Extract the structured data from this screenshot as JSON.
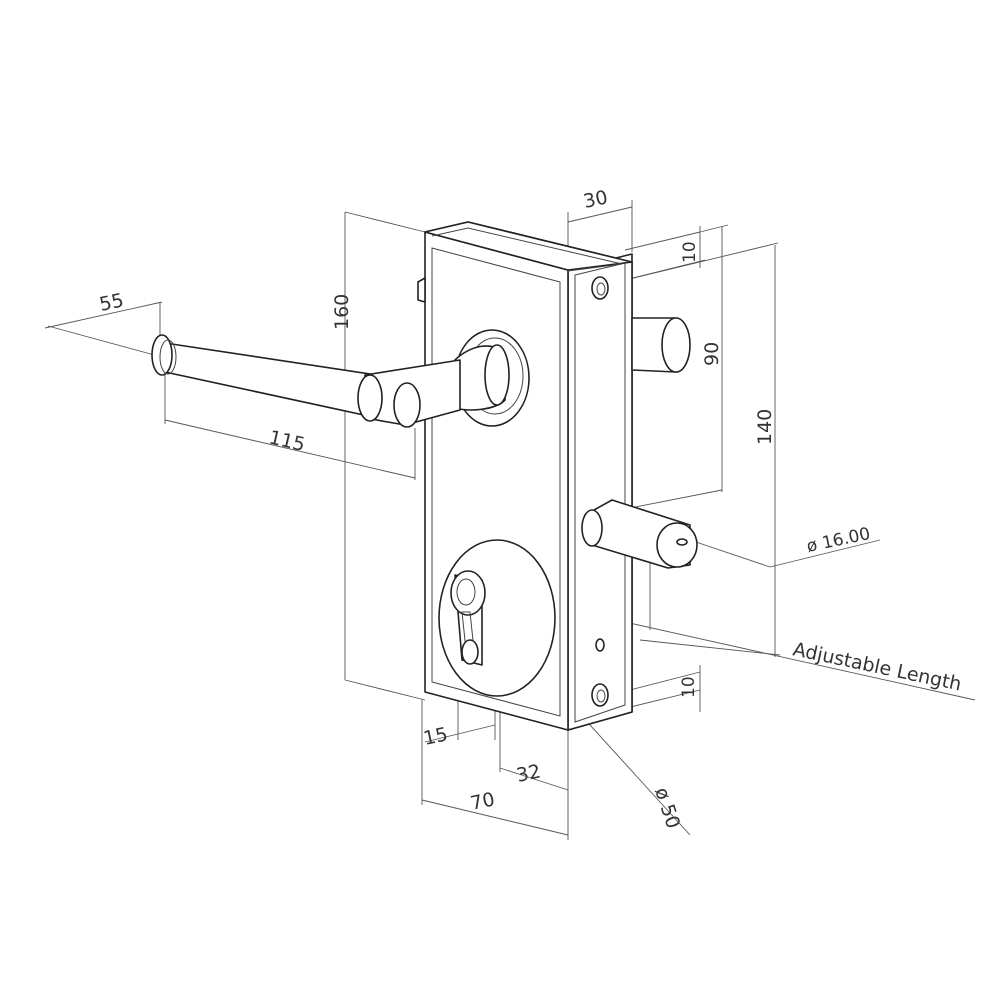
{
  "dimensions": {
    "handle_projection": "55",
    "handle_length": "115",
    "body_height": "160",
    "body_depth": "30",
    "top_offset": "10",
    "bolt_spacing": "90",
    "overall_height": "140",
    "bolt_diameter": "ø 16.00",
    "adjustable_length": "Adjustable Length",
    "bottom_offset": "10",
    "cylinder_offset": "15",
    "backset": "32",
    "body_width": "70",
    "rosette_diameter": "ø 50"
  }
}
